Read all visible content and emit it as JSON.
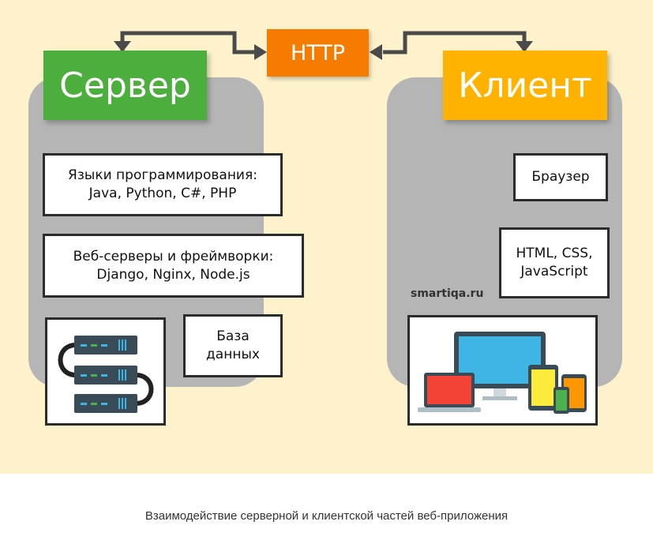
{
  "diagram": {
    "server_title": "Сервер",
    "client_title": "Клиент",
    "protocol": "HTTP",
    "server_items": {
      "languages": "Языки программирования:\nJava, Python, C#, PHP",
      "webservers": "Веб-серверы и фреймворки:\nDjango, Nginx, Node.js",
      "database": "База\nданных"
    },
    "client_items": {
      "browser": "Браузер",
      "markup": "HTML, CSS,\nJavaScript"
    },
    "watermark": "smartiqa.ru",
    "colors": {
      "server": "#4caf3d",
      "client": "#ffb300",
      "protocol": "#f57c00",
      "background": "#fdf2cc",
      "panel": "#b5b5b5"
    }
  },
  "caption": "Взаимодействие серверной и клиентской частей веб-приложения"
}
